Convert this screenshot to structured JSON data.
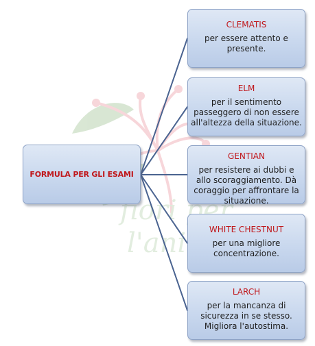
{
  "diagram": {
    "root": {
      "label": "FORMULA PER GLI ESAMI"
    },
    "items": [
      {
        "title": "CLEMATIS",
        "description": "per essere attento e presente."
      },
      {
        "title": "ELM",
        "description": "per il sentimento passeggero di non essere all'altezza della situazione."
      },
      {
        "title": "GENTIAN",
        "description": "per resistere ai dubbi e allo scoraggiamento. Dà coraggio per affrontare la situazione."
      },
      {
        "title": "WHITE CHESTNUT",
        "description": "per una migliore concentrazione."
      },
      {
        "title": "LARCH",
        "description": "per la mancanza di sicurezza in se stesso. Migliora l'autostima."
      }
    ],
    "watermark": {
      "text": "fiori per l'anima"
    }
  },
  "colors": {
    "title_red": "#c0171b",
    "box_fill": "#c9d8ee",
    "box_border": "#8ea3c6",
    "connector": "#4a6390",
    "watermark_pink": "#f2b6bd",
    "watermark_green": "#b9d3b0"
  }
}
